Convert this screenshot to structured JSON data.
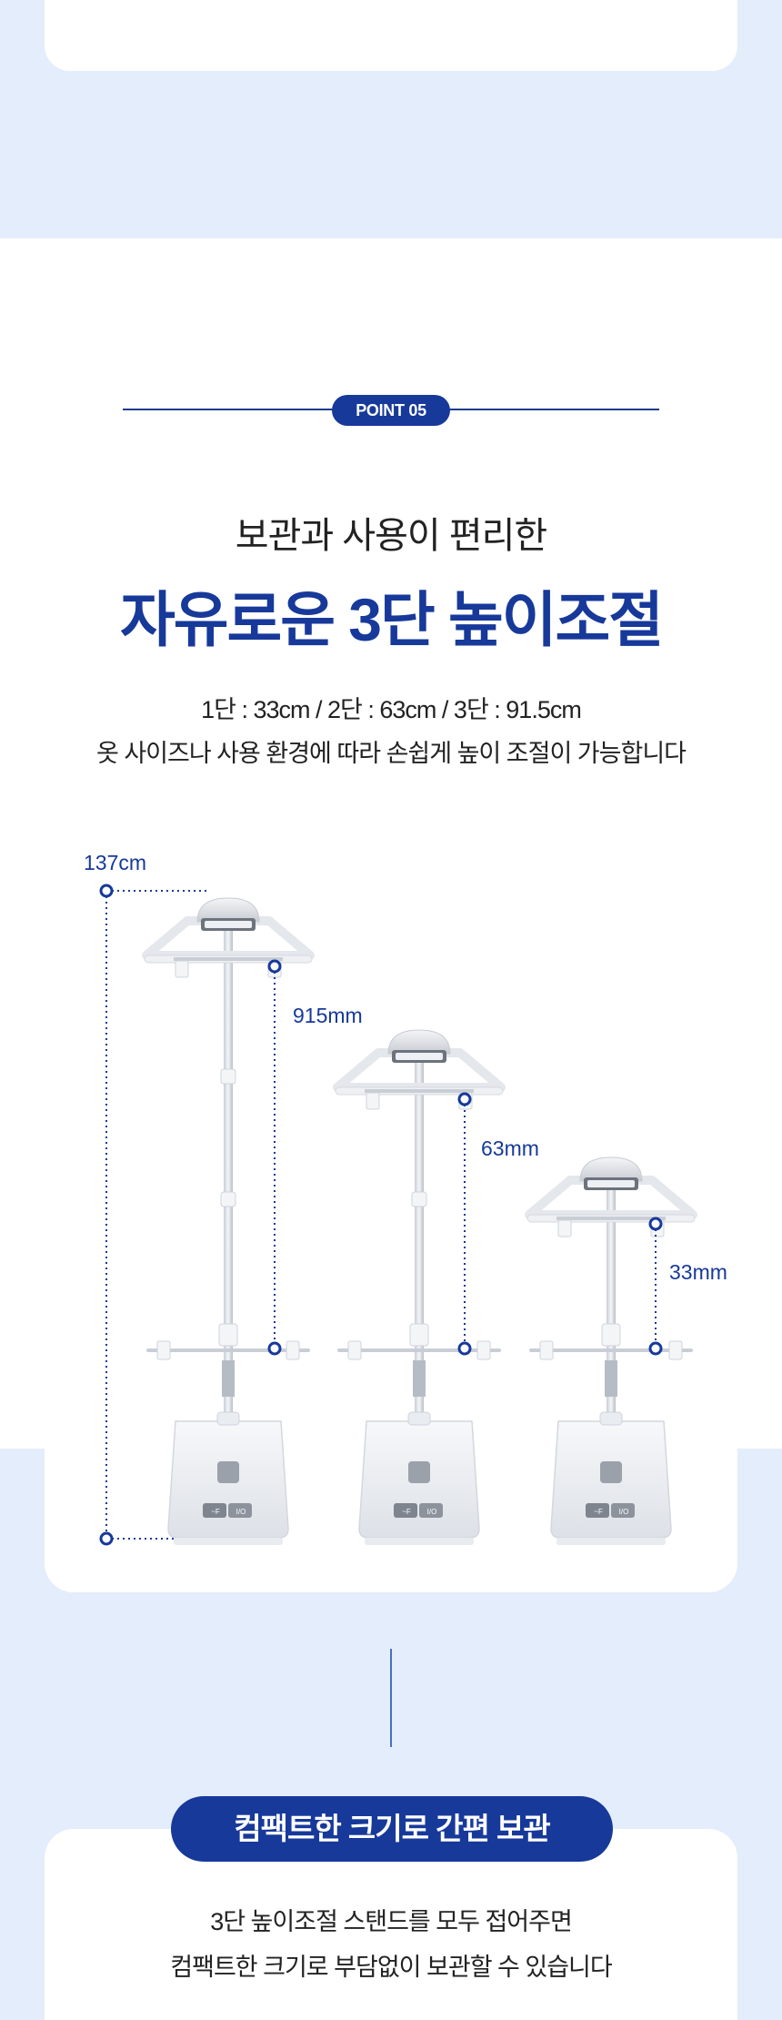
{
  "section": {
    "badge": "POINT 05",
    "subtitle": "보관과 사용이 편리한",
    "title": "자유로운 3단 높이조절",
    "spec_line": "1단 : 33cm / 2단 : 63cm / 3단 : 91.5cm",
    "description": "옷 사이즈나 사용 환경에 따라 손쉽게 높이 조절이 가능합니다"
  },
  "measurements": {
    "total_height": "137cm",
    "stand_large": "915mm",
    "stand_medium": "63mm",
    "stand_small": "33mm"
  },
  "base_buttons": {
    "steam_label": "~F",
    "power_label": "I/O"
  },
  "compact": {
    "pill_label": "컴팩트한 크기로 간편 보관",
    "line1": "3단 높이조절 스탠드를 모두 접어주면",
    "line2": "컴팩트한 크기로 부담없이 보관할 수 있습니다"
  },
  "colors": {
    "brand_blue": "#17399a",
    "background_blue": "#e4edfb"
  }
}
